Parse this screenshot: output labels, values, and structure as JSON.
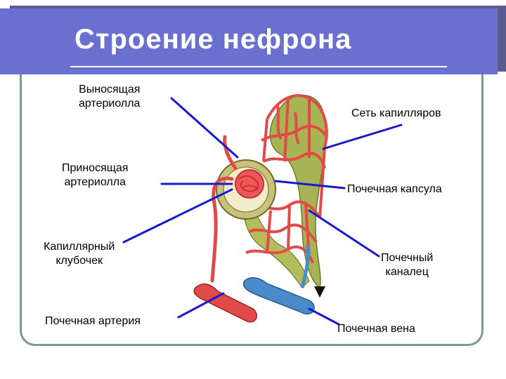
{
  "slide": {
    "title": "Строение нефрона"
  },
  "labels": {
    "efferent_l1": "Выносящая",
    "efferent_l2": "артериолла",
    "afferent_l1": "Приносящая",
    "afferent_l2": "артериолла",
    "glomerulus_l1": "Капиллярный",
    "glomerulus_l2": "клубочек",
    "renal_artery": "Почечная артерия",
    "capillary_net": "Сеть капилляров",
    "capsule": "Почечная капсула",
    "tubule_l1": "Почечный",
    "tubule_l2": "каналец",
    "renal_vein": "Почечная вена"
  },
  "colors": {
    "header": "#6a6fd0",
    "pointer": "#1a1acc",
    "vessel_red": "#e24a4a",
    "vein_blue": "#4a8ac8",
    "tubule_green": "#9aa84a"
  }
}
